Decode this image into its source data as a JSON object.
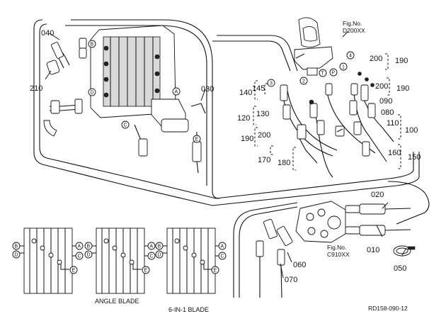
{
  "part_numbers": [
    "040",
    "210",
    "030",
    "140",
    "145",
    "120",
    "130",
    "190",
    "200",
    "170",
    "180",
    "200",
    "190",
    "200",
    "190",
    "090",
    "080",
    "110",
    "100",
    "160",
    "150",
    "020",
    "010",
    "050",
    "060",
    "070"
  ],
  "fig_refs": [
    {
      "line1": "Fig.No.",
      "line2": "D200XX"
    },
    {
      "line1": "Fig.No.",
      "line2": "C910XX"
    }
  ],
  "circle_letters": [
    "B",
    "D",
    "A",
    "C",
    "E",
    "T",
    "P"
  ],
  "circle_numbers": [
    "1",
    "2",
    "3",
    "4"
  ],
  "inset_captions": [
    "ANGLE BLADE",
    "6-IN-1 BLADE"
  ],
  "inset_ports": [
    "B",
    "D",
    "A",
    "C",
    "E"
  ],
  "drawing_code": "RD158-090-12"
}
